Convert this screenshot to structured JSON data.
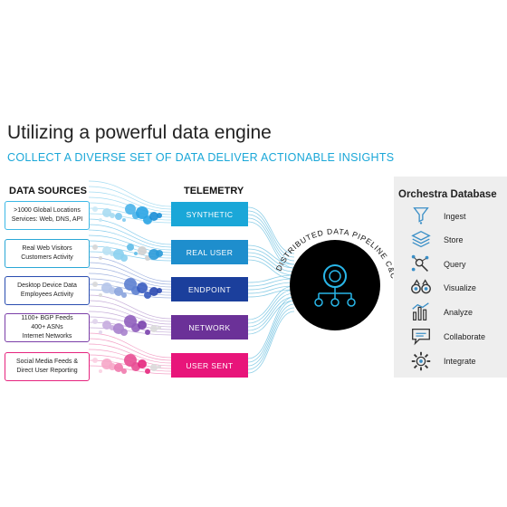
{
  "title": "Utilizing a powerful data engine",
  "subtitle": "COLLECT A DIVERSE SET OF DATA DELIVER ACTIONABLE INSIGHTS",
  "sources_heading": "DATA SOURCES",
  "telemetry_heading": "TELEMETRY",
  "sources": [
    {
      "line1": ">1000 Global Locations",
      "line2": "Services: Web, DNS, API",
      "line3": "",
      "color": "#3db8e6"
    },
    {
      "line1": "Real Web Visitors",
      "line2": "Customers Activity",
      "line3": "",
      "color": "#2aa7d6"
    },
    {
      "line1": "Desktop Device Data",
      "line2": "Employees Activity",
      "line3": "",
      "color": "#2a4db0"
    },
    {
      "line1": "1100+ BGP Feeds",
      "line2": "400+ ASNs",
      "line3": "Internet Networks",
      "color": "#7b3fa8"
    },
    {
      "line1": "Social Media Feeds &",
      "line2": "Direct User Reporting",
      "line3": "",
      "color": "#e6247e"
    }
  ],
  "telemetry": [
    {
      "label": "SYNTHETIC",
      "color": "#1aa7d8"
    },
    {
      "label": "REAL USER",
      "color": "#1e8ecd"
    },
    {
      "label": "ENDPOINT",
      "color": "#1b3f9c"
    },
    {
      "label": "NETWORK",
      "color": "#6b3198"
    },
    {
      "label": "USER SENT",
      "color": "#e8157a"
    }
  ],
  "pipeline_label": "DISTRIBUTED DATA PIPELINE C&C",
  "panel_title": "Orchestra Database",
  "panel_items": [
    {
      "label": "Ingest",
      "icon": "funnel-icon"
    },
    {
      "label": "Store",
      "icon": "layers-icon"
    },
    {
      "label": "Query",
      "icon": "network-query-icon"
    },
    {
      "label": "Visualize",
      "icon": "binoculars-icon"
    },
    {
      "label": "Analyze",
      "icon": "bar-chart-icon"
    },
    {
      "label": "Collaborate",
      "icon": "speech-bubble-icon"
    },
    {
      "label": "Integrate",
      "icon": "gear-icon"
    }
  ],
  "colors": {
    "accent": "#1aa7d8",
    "panel_bg": "#eeeeee",
    "hub": "#000000"
  }
}
